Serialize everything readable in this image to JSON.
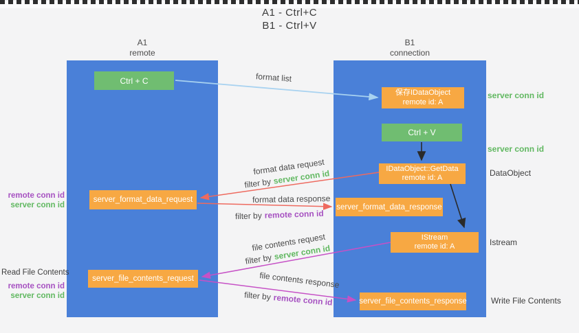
{
  "title": {
    "line1": "A1 - Ctrl+C",
    "line2": "B1 - Ctrl+V"
  },
  "lanes": {
    "a": {
      "name": "A1",
      "role": "remote"
    },
    "b": {
      "name": "B1",
      "role": "connection"
    }
  },
  "nodes": {
    "ctrl_c": {
      "label": "Ctrl + C"
    },
    "save_dataobject": {
      "line1": "保存IDataObject",
      "line2": "remote id: A"
    },
    "ctrl_v": {
      "label": "Ctrl + V"
    },
    "getdata": {
      "line1": "IDataObject::GetData",
      "line2": "remote id: A"
    },
    "format_request": {
      "label": "server_format_data_request"
    },
    "format_response": {
      "label": "server_format_data_response"
    },
    "istream": {
      "line1": "IStream",
      "line2": "remote id: A"
    },
    "file_request": {
      "label": "server_file_contents_request"
    },
    "file_response": {
      "label": "server_file_contents_response"
    }
  },
  "annotations": {
    "server_conn_id_top": "server conn id",
    "server_conn_id_mid": "server conn id",
    "dataobject": "DataObject",
    "istream": "Istream",
    "read_file_contents": "Read File Contents",
    "write_file_contents": "Write File Contents",
    "left_group1": {
      "remote": "remote conn id",
      "server": "server conn id"
    },
    "left_group2": {
      "remote": "remote conn id",
      "server": "server conn id"
    }
  },
  "flows": {
    "format_list": {
      "label": "format list"
    },
    "format_request": {
      "label": "format data request",
      "filter_prefix": "filter by",
      "filter_value": "server conn id"
    },
    "format_response": {
      "label": "format data response",
      "filter_prefix": "filter by",
      "filter_value": "remote conn id"
    },
    "file_request": {
      "label": "file contents request",
      "filter_prefix": "filter by",
      "filter_value": "server conn id"
    },
    "file_response": {
      "label": "file contents response",
      "filter_prefix": "filter by",
      "filter_value": "remote conn id"
    }
  },
  "colors": {
    "lane_blue": "#4a80d8",
    "node_orange": "#f7a843",
    "node_green": "#70bd71",
    "text_green": "#61b861",
    "text_purple": "#a651c1",
    "arrow_red": "#ee6a5f",
    "arrow_magenta": "#c651c6",
    "arrow_light_blue": "#a8d2f0",
    "arrow_black": "#2a2a2a"
  }
}
